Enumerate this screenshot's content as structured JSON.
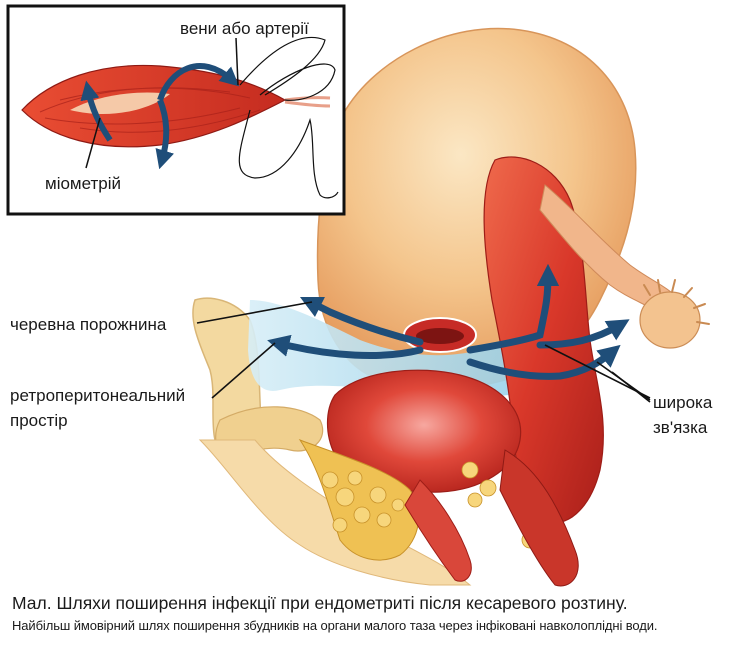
{
  "labels": {
    "veins_or_arteries": "вени або артерії",
    "myometrium": "міометрій",
    "abdominal_cavity": "черевна порожнина",
    "retroperitoneal_line1": "ретроперитонеальний",
    "retroperitoneal_line2": "простір",
    "broad_ligament_line1": "широка",
    "broad_ligament_line2": "зв'язка"
  },
  "caption": {
    "title": "Мал. Шляхи поширення інфекції при ендометриті після кесаревого розтину.",
    "subtitle": "Найбільш ймовірний шлях поширення збудників на органи малого таза через інфіковані навколоплідні води."
  },
  "colors": {
    "arrow": "#1f4e79",
    "tissue_red": "#d63a2a",
    "tissue_yellow": "#f3c77a",
    "peritoneum_blue": "#9fd3ea"
  }
}
